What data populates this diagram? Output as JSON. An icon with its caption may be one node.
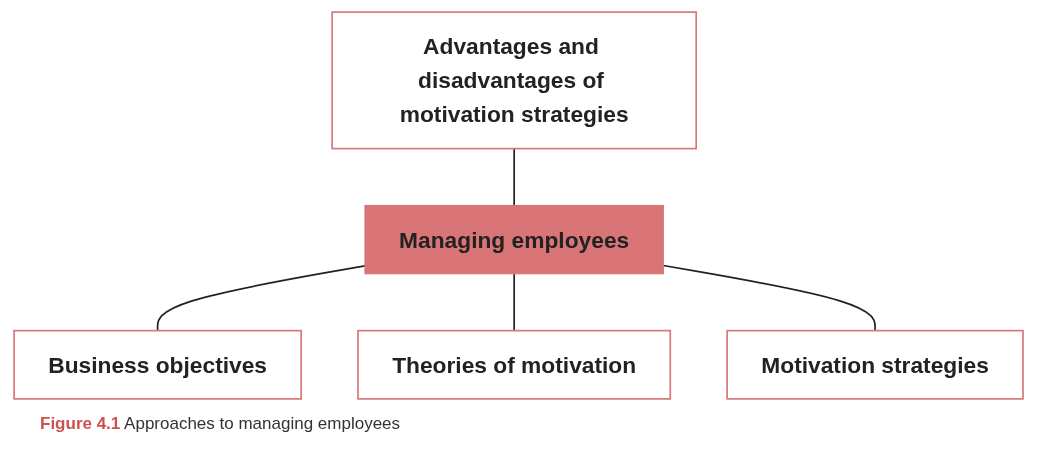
{
  "diagram": {
    "caption": "**Figure 4.1** Approaches to managing employees",
    "nodes": [
      {
        "text": [
          "Business objectives"
        ]
      },
      {
        "text": [
          "Advantages and disadvantages of motivation strategies"
        ]
      },
      {
        "text": [
          "Managing employees"
        ]
      },
      {
        "text": [
          "Theories of motivation"
        ]
      },
      {
        "text": [
          "Motivation strategies"
        ]
      }
    ],
    "edges": [
      {
        "from": 2,
        "to": 0,
        "arrow": "none"
      },
      {
        "from": 1,
        "to": 2,
        "arrow": "none"
      },
      {
        "from": 2,
        "to": 3,
        "arrow": "none"
      },
      {
        "from": 2,
        "to": 4,
        "arrow": "none"
      }
    ]
  }
}
